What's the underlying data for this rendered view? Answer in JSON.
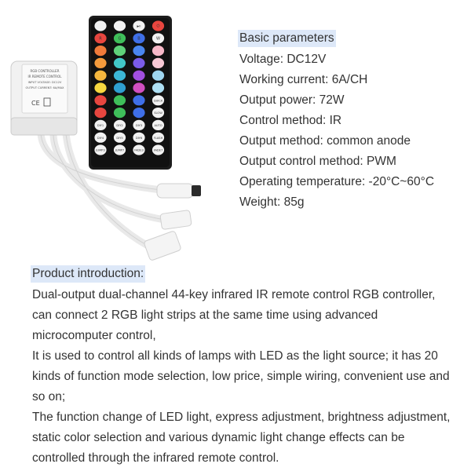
{
  "parameters": {
    "heading": "Basic parameters",
    "items": [
      "Voltage: DC12V",
      "Working current: 6A/CH",
      "Output power: 72W",
      "Control method: IR",
      "Output method: common anode",
      "Output control method: PWM",
      "Operating temperature: -20°C~60°C",
      "Weight: 85g"
    ]
  },
  "introduction": {
    "heading": "Product introduction:",
    "paragraphs": [
      "Dual-output dual-channel 44-key infrared IR remote control RGB controller, can connect 2 RGB light strips at the same time using advanced microcomputer control,",
      "It is used to control all kinds of lamps with LED as the light source; it has 20 kinds of function mode selection, low price, simple wiring, convenient use and so on;",
      "The function change of LED light, express adjustment, brightness adjustment, static color selection and various dynamic light change effects can be controlled through the infrared remote control."
    ]
  },
  "photo": {
    "controller_label": [
      "RGB CONTROLLER",
      "IR REMOTE CONTROL",
      "INPUT VOLTAGE: DC12V",
      "OUTPUT CURRENT: 6A/MAX"
    ],
    "controller_marks": [
      "CE"
    ],
    "remote_button_rows": [
      {
        "labels": [
          "",
          "",
          "▶II",
          "⏻"
        ],
        "colors": [
          "#f2f2f2",
          "#f2f2f2",
          "#f2f2f2",
          "#e8463f"
        ]
      },
      {
        "labels": [
          "R",
          "G",
          "B",
          "W"
        ],
        "colors": [
          "#e8463f",
          "#3fbf5a",
          "#3f6fe8",
          "#f2f2f2"
        ]
      },
      {
        "labels": [
          "",
          "",
          "",
          ""
        ],
        "colors": [
          "#f07a3a",
          "#5fd17a",
          "#4a86f0",
          "#f7b8c8"
        ]
      },
      {
        "labels": [
          "",
          "",
          "",
          ""
        ],
        "colors": [
          "#f49a3c",
          "#42c7c7",
          "#7a5ce8",
          "#f7c8d4"
        ]
      },
      {
        "labels": [
          "",
          "",
          "",
          ""
        ],
        "colors": [
          "#f6b73e",
          "#3cb7d6",
          "#a24fe0",
          "#9fd6f0"
        ]
      },
      {
        "labels": [
          "",
          "",
          "",
          ""
        ],
        "colors": [
          "#f7d840",
          "#2f9fd0",
          "#d04fc0",
          "#aee0f4"
        ]
      },
      {
        "labels": [
          "",
          "",
          "",
          "QUICK"
        ],
        "colors": [
          "#e8463f",
          "#3fbf5a",
          "#3f6fe8",
          "#f2f2f2"
        ]
      },
      {
        "labels": [
          "",
          "",
          "",
          "SLOW"
        ],
        "colors": [
          "#e8463f",
          "#3fbf5a",
          "#3f6fe8",
          "#f2f2f2"
        ]
      },
      {
        "labels": [
          "DIY1",
          "DIY2",
          "DIY3",
          "AUTO"
        ],
        "colors": [
          "#f2f2f2",
          "#f2f2f2",
          "#f2f2f2",
          "#f2f2f2"
        ]
      },
      {
        "labels": [
          "DIY4",
          "DIY5",
          "DIY6",
          "FLASH"
        ],
        "colors": [
          "#f2f2f2",
          "#f2f2f2",
          "#f2f2f2",
          "#f2f2f2"
        ]
      },
      {
        "labels": [
          "JUMP3",
          "JUMP7",
          "FADE3",
          "FADE7"
        ],
        "colors": [
          "#f2f2f2",
          "#f2f2f2",
          "#f2f2f2",
          "#f2f2f2"
        ]
      }
    ]
  }
}
